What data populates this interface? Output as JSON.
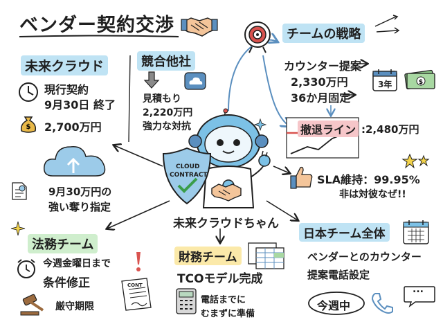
{
  "title": "ベンダー契約交渉",
  "current_vendor": {
    "heading": "未来クラウド",
    "contract_line1": "現行契約",
    "contract_line2": "9月30日 終了",
    "price": "2,700万円"
  },
  "competitor": {
    "heading": "競合他社",
    "quote_label": "見積もり",
    "quote_price": "2,220万円",
    "note": "強力な対抗"
  },
  "strategy": {
    "heading": "チームの戦略",
    "counter_label": "カウンター提案",
    "counter_price": "2,330万円",
    "fixed": "36か月固定",
    "badge_years": "3年",
    "walkaway_label": "撤退ライン",
    "walkaway_price": ":2,480万円",
    "sla_label": "SLA維持：99.95%",
    "sla_note": "非は対彼なぜ!!"
  },
  "left_note": {
    "line1": "9月30万円の",
    "line2": "強い奪り指定"
  },
  "legal": {
    "heading": "法務チーム",
    "line1": "今週金曜日まで",
    "line2": "条件修正",
    "line3": "厳守期限",
    "doc_label": "CONT"
  },
  "center": {
    "shield_line1": "CLOUD",
    "shield_line2": "CONTRACT",
    "mascot_label": "未来クラウドちゃん"
  },
  "finance": {
    "heading": "財務チーム",
    "line1": "TCOモデル完成",
    "line2": "電話までに",
    "line3": "むまずに準備"
  },
  "japan_team": {
    "heading": "日本チーム全体",
    "line1": "ベンダーとのカウンター",
    "line2": "提案電話設定",
    "badge": "今週中",
    "speech": "..."
  },
  "colors": {
    "blue_highlight": "#bfe3f4",
    "green_highlight": "#cfeecd",
    "yellow_highlight": "#fbe9a9",
    "pink_highlight": "#f6c6c9",
    "arrow_blue": "#5b8fbf",
    "robot_blue": "#7cc1e6"
  },
  "icons": [
    "handshake-icon",
    "target-icon",
    "clock-icon",
    "money-bag-icon",
    "down-arrow-icon",
    "cloud-icon",
    "calendar-icon",
    "cash-icon",
    "chart-icon",
    "thumbs-up-icon",
    "star-icon",
    "sparkle-icon",
    "cloud-upload-icon",
    "document-icon",
    "alarm-clock-icon",
    "exclamation-icon",
    "gavel-icon",
    "contract-icon",
    "spreadsheet-icon",
    "calculator-icon",
    "phone-icon",
    "speech-bubble-icon",
    "robot-icon",
    "shield-icon"
  ]
}
